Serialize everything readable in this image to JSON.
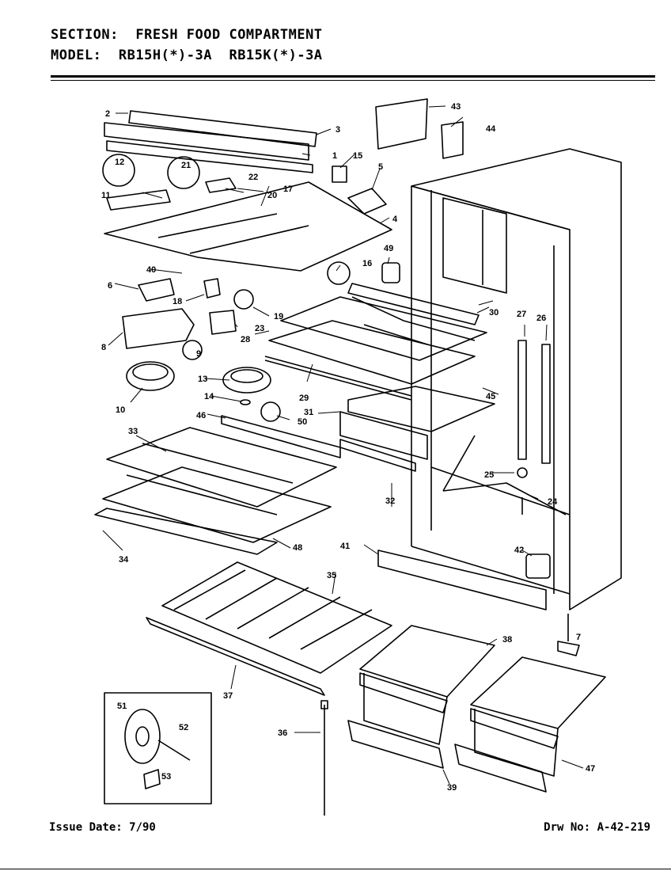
{
  "header": {
    "section_label": "SECTION:",
    "section_value": "FRESH FOOD COMPARTMENT",
    "model_label": "MODEL:",
    "model_value": "RB15H(*)-3A  RB15K(*)-3A"
  },
  "footer": {
    "issue": "Issue Date: 7/90",
    "drawing": "Drw No: A-42-219"
  },
  "callouts": [
    "1",
    "2",
    "3",
    "4",
    "5",
    "6",
    "7",
    "8",
    "9",
    "10",
    "11",
    "12",
    "13",
    "14",
    "15",
    "16",
    "17",
    "18",
    "19",
    "20",
    "21",
    "22",
    "23",
    "24",
    "25",
    "26",
    "27",
    "28",
    "29",
    "30",
    "31",
    "32",
    "33",
    "34",
    "35",
    "36",
    "37",
    "38",
    "39",
    "40",
    "41",
    "42",
    "43",
    "44",
    "45",
    "46",
    "47",
    "48",
    "49",
    "50",
    "51",
    "52",
    "53"
  ]
}
